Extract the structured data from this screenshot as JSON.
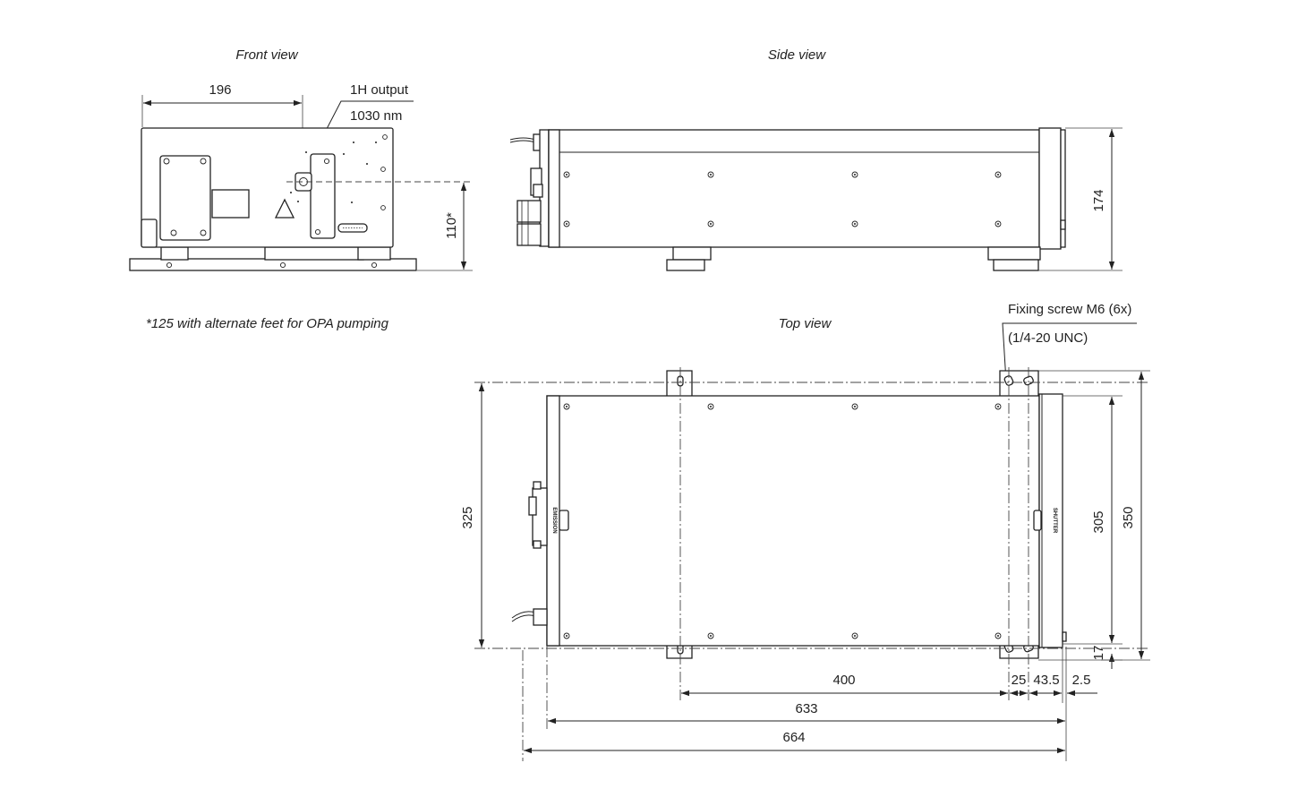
{
  "views": {
    "front": {
      "title": "Front view"
    },
    "side": {
      "title": "Side view"
    },
    "top": {
      "title": "Top view"
    }
  },
  "front_view": {
    "width_dim": "196",
    "height_dim": "110*",
    "output_label": "1H output",
    "wavelength_label": "1030 nm"
  },
  "side_view": {
    "height_dim": "174"
  },
  "top_view": {
    "screw_label": "Fixing screw M6 (6x)",
    "screw_thread": "(1/4-20 UNC)",
    "panel_emission": "EMISSION",
    "panel_shutter": "SHUTTER",
    "dims": {
      "left_height": "325",
      "inner_height": "305",
      "outer_height": "350",
      "small_17": "17",
      "d400": "400",
      "d25": "25",
      "d43_5": "43.5",
      "d2_5": "2.5",
      "d633": "633",
      "d664": "664"
    }
  },
  "footnote": "*125 with alternate feet for OPA pumping"
}
